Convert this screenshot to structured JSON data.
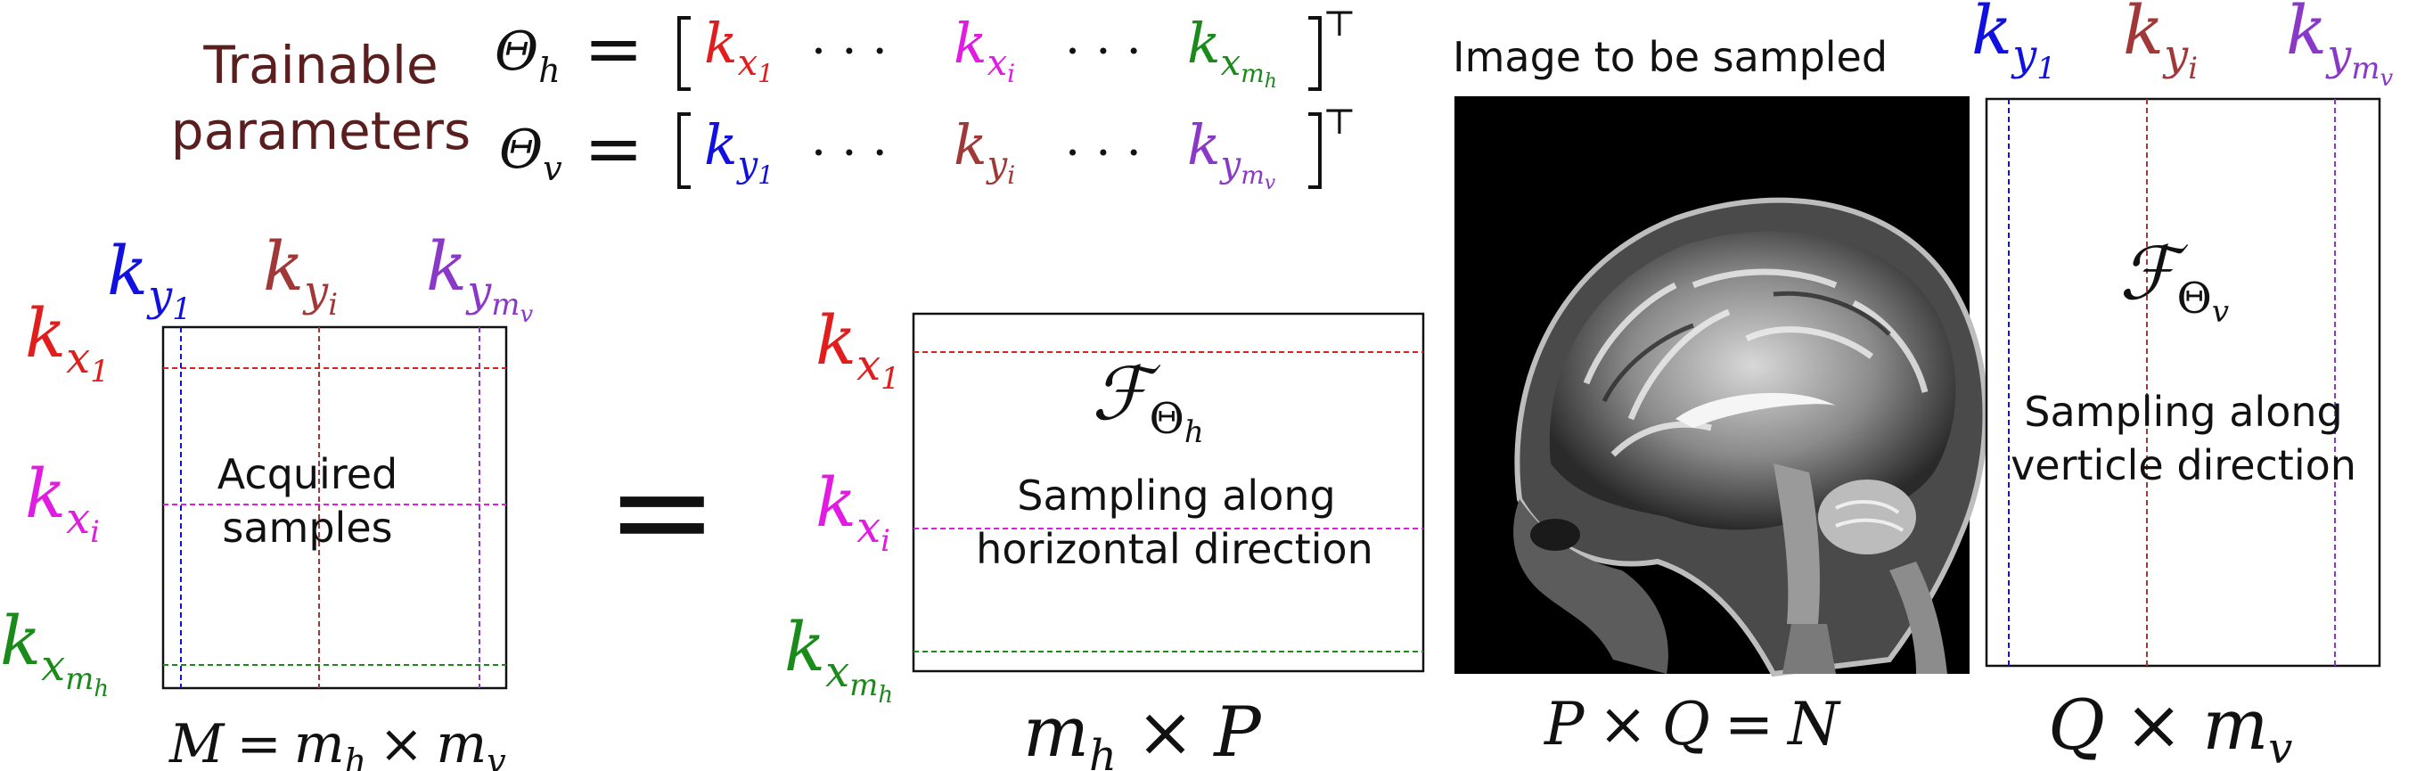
{
  "colors": {
    "red": "#e11d1d",
    "magenta": "#e21be2",
    "green": "#1a8a1a",
    "blue": "#1010e0",
    "brown": "#a03838",
    "purple": "#8a38c8",
    "dark_brown": "#5a1e1e",
    "black": "#111111"
  },
  "params": {
    "label_line1": "Trainable",
    "label_line2": "parameters",
    "theta_h": {
      "base": "Θ",
      "sub": "h"
    },
    "theta_v": {
      "base": "Θ",
      "sub": "v"
    },
    "eq": "=",
    "dots": "· · ·",
    "transpose": "⊤",
    "row_h": [
      {
        "base": "k",
        "sub": "x",
        "subsub": "1"
      },
      {
        "base": "k",
        "sub": "x",
        "subsub": "i"
      },
      {
        "base": "k",
        "sub": "x",
        "subsub": "m",
        "subsubsub": "h"
      }
    ],
    "row_v": [
      {
        "base": "k",
        "sub": "y",
        "subsub": "1"
      },
      {
        "base": "k",
        "sub": "y",
        "subsub": "i"
      },
      {
        "base": "k",
        "sub": "y",
        "subsub": "m",
        "subsubsub": "v"
      }
    ]
  },
  "acquired": {
    "text_line1": "Acquired",
    "text_line2": "samples",
    "dim": {
      "lhs": "M",
      "eq": "=",
      "a": "m",
      "a_sub": "h",
      "times": "×",
      "b": "m",
      "b_sub": "v"
    }
  },
  "equals_sign": "=",
  "horizontal": {
    "script": "ℱ",
    "script_sub": "Θ",
    "script_subsub": "h",
    "text_line1": "Sampling along",
    "text_line2": "horizontal direction",
    "dim": {
      "a": "m",
      "a_sub": "h",
      "times": "×",
      "b": "P"
    }
  },
  "image_panel": {
    "title": "Image to be sampled",
    "dim": {
      "a": "P",
      "times": "×",
      "b": "Q",
      "eq": "=",
      "c": "N"
    }
  },
  "vertical": {
    "script": "ℱ",
    "script_sub": "Θ",
    "script_subsub": "v",
    "text_line1": "Sampling along",
    "text_line2": "verticle direction",
    "dim": {
      "a": "Q",
      "times": "×",
      "b": "m",
      "b_sub": "v"
    }
  }
}
